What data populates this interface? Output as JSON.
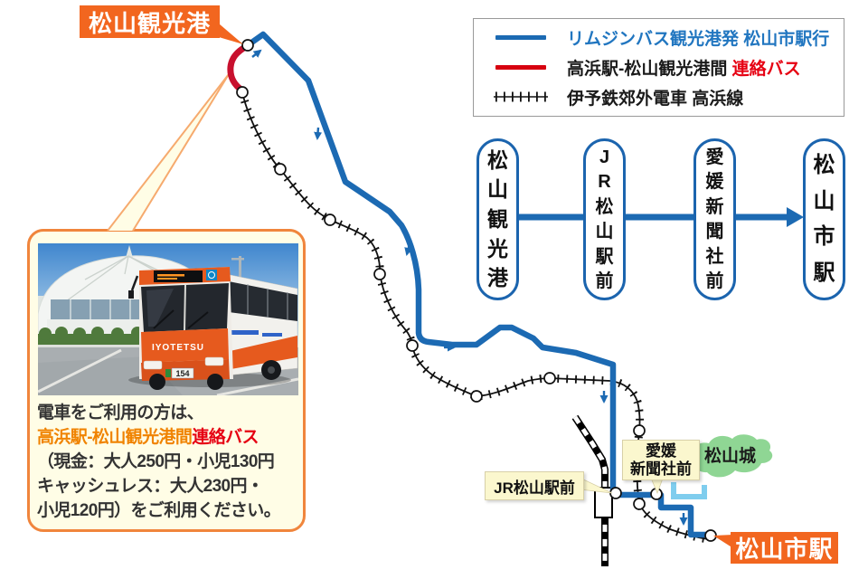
{
  "colors": {
    "route_blue": "#1C6AB3",
    "connector_red": "#C8102E",
    "label_orange": "#F2661F",
    "fare_text_orange": "#F08300",
    "fare_text_red": "#E60012",
    "castle_green": "#8FD694",
    "moat_cyan": "#7FCDEE",
    "box_yellow": "#FFFDE6",
    "tag_yellow": "#FBF7CE"
  },
  "legend": {
    "limousine": {
      "text": "リムジンバス観光港発 松山市駅行"
    },
    "connector": {
      "text_prefix": "高浜駅-松山観光港間 ",
      "text_accent": "連絡バス"
    },
    "railway": {
      "text": "伊予鉄郊外電車 高浜線"
    }
  },
  "route_diagram": {
    "stations": [
      "松山観光港",
      "JR松山駅前",
      "愛媛新聞社前",
      "松山市駅"
    ]
  },
  "map_labels": {
    "port": "松山観光港",
    "city_station": "松山市駅",
    "jr_station_front": "JR松山駅前",
    "shimbun_line1": "愛媛",
    "shimbun_line2": "新聞社前",
    "castle": "松山城"
  },
  "info_box": {
    "line1": "電車をご利用の方は、",
    "line2_orange": "高浜駅-松山観光港間",
    "line2_red": "連絡バス",
    "line3": "（現金：大人250円・小児130円",
    "line4": "キャッシュレス：大人230円・",
    "line5": "小児120円）をご利用ください。"
  },
  "photo": {
    "bus_brand": "IYOTETSU",
    "plate_number": "154"
  }
}
